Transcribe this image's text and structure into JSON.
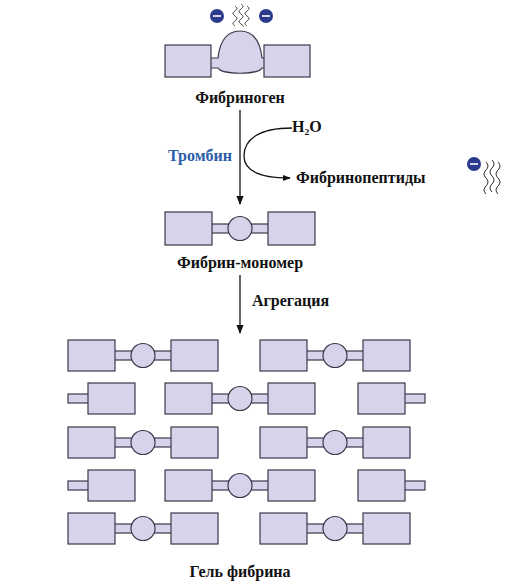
{
  "diagram": {
    "nodes": [
      {
        "text": [
          "Фибриноген"
        ]
      },
      {
        "text": [
          "Фибрин-мономер"
        ]
      },
      {
        "text": [
          "Гель фибрина"
        ]
      }
    ],
    "edges": [
      {
        "from": 0,
        "to": 1,
        "label": "Тромбин",
        "arrow": "to"
      },
      {
        "from": 1,
        "to": 2,
        "label": "Агрегация",
        "arrow": "to"
      }
    ],
    "labels": [
      "H₂O",
      "Фибринопептиды"
    ]
  }
}
